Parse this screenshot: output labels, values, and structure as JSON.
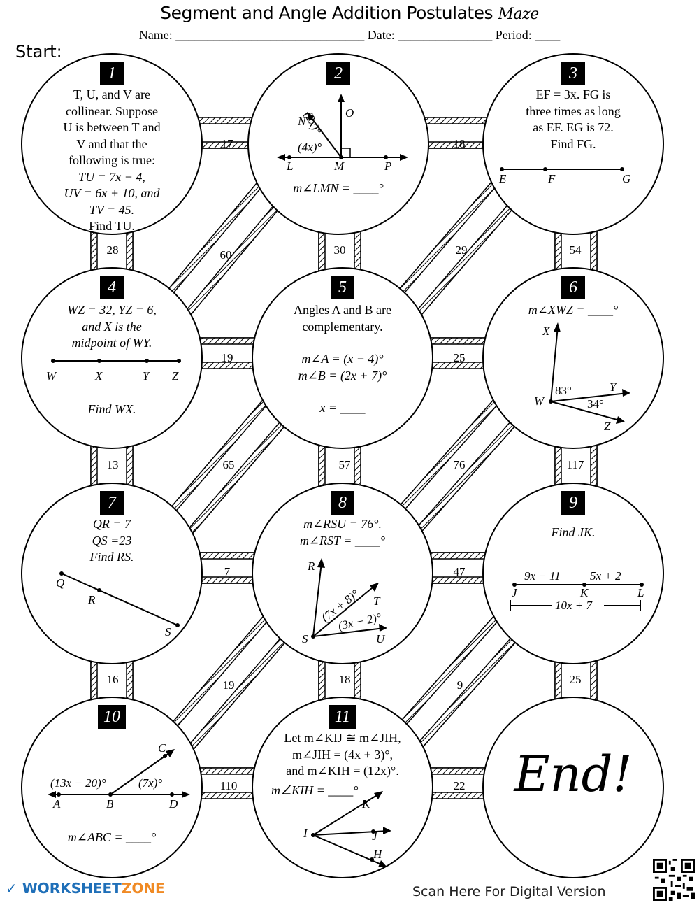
{
  "header": {
    "title": "Segment and Angle Addition Postulates",
    "title_suffix": "Maze",
    "name_label": "Name:",
    "name_blank": "______________________________",
    "date_label": "Date:",
    "date_blank": "_______________",
    "period_label": "Period:",
    "period_blank": "____",
    "start_label": "Start:"
  },
  "bridges": {
    "h_1_2": "17",
    "h_2_3": "18",
    "v_1_4": "28",
    "d_2_4": "60",
    "v_2_5": "30",
    "d_3_5": "29",
    "v_3_6": "54",
    "h_4_5": "19",
    "h_5_6": "25",
    "v_4_7": "13",
    "d_5_7": "65",
    "v_5_8": "57",
    "d_6_8": "76",
    "v_6_9": "117",
    "h_7_8": "7",
    "h_8_9": "47",
    "v_7_10": "16",
    "d_8_10": "19",
    "v_8_11": "18",
    "d_9_11": "9",
    "v_9_end": "25",
    "h_10_11": "110",
    "h_11_end": "22"
  },
  "c1": {
    "num": "1",
    "lines": [
      "T, U, and V are",
      "collinear.  Suppose",
      "U is between T and",
      "V and that the",
      "following is true:",
      "TU = 7x − 4,",
      "UV = 6x + 10, and",
      "TV = 45.",
      "Find TU."
    ]
  },
  "c2": {
    "num": "2",
    "labels": {
      "N": "N",
      "O": "O",
      "L": "L",
      "M": "M",
      "P": "P",
      "a1": "(2x)°",
      "a2": "(4x)°"
    },
    "question": "m∠LMN = ____°"
  },
  "c3": {
    "num": "3",
    "lines": [
      "EF = 3x.  FG is",
      "three times as long",
      "as EF.  EG is 72.",
      "Find FG."
    ],
    "labels": {
      "E": "E",
      "F": "F",
      "G": "G"
    }
  },
  "c4": {
    "num": "4",
    "lines": [
      "WZ = 32, YZ = 6,",
      "and X is the",
      "midpoint of WY."
    ],
    "labels": {
      "W": "W",
      "X": "X",
      "Y": "Y",
      "Z": "Z"
    },
    "question": "Find WX."
  },
  "c5": {
    "num": "5",
    "lines": [
      "Angles A and B are",
      "complementary."
    ],
    "eq1": "m∠A = (x − 4)°",
    "eq2": "m∠B = (2x + 7)°",
    "question": "x = ____"
  },
  "c6": {
    "num": "6",
    "question": "m∠XWZ = ____°",
    "labels": {
      "X": "X",
      "W": "W",
      "Y": "Y",
      "Z": "Z",
      "a1": "83°",
      "a2": "34°"
    }
  },
  "c7": {
    "num": "7",
    "lines": [
      "QR = 7",
      "QS =23",
      "Find RS."
    ],
    "labels": {
      "Q": "Q",
      "R": "R",
      "S": "S"
    }
  },
  "c8": {
    "num": "8",
    "lines": [
      "m∠RSU = 76°.",
      "m∠RST = ____°"
    ],
    "labels": {
      "R": "R",
      "S": "S",
      "T": "T",
      "U": "U",
      "a1": "(7x + 8)°",
      "a2": "(3x − 2)°"
    }
  },
  "c9": {
    "num": "9",
    "question": "Find JK.",
    "labels": {
      "J": "J",
      "K": "K",
      "L": "L",
      "s1": "9x − 11",
      "s2": "5x + 2",
      "total": "10x + 7"
    }
  },
  "c10": {
    "num": "10",
    "labels": {
      "A": "A",
      "B": "B",
      "C": "C",
      "D": "D",
      "a1": "(13x − 20)°",
      "a2": "(7x)°"
    },
    "question": "m∠ABC = ____°"
  },
  "c11": {
    "num": "11",
    "lines": [
      "Let m∠KIJ ≅ m∠JIH,",
      "m∠JIH = (4x + 3)°,",
      "and m∠KIH = (12x)°."
    ],
    "question": "m∠KIH = ____°",
    "labels": {
      "I": "I",
      "K": "K",
      "J": "J",
      "H": "H"
    }
  },
  "end": {
    "text": "End!"
  },
  "footer": {
    "brand_a": "WORKSHEET",
    "brand_b": "ZONE",
    "scan": "Scan Here For Digital Version"
  }
}
